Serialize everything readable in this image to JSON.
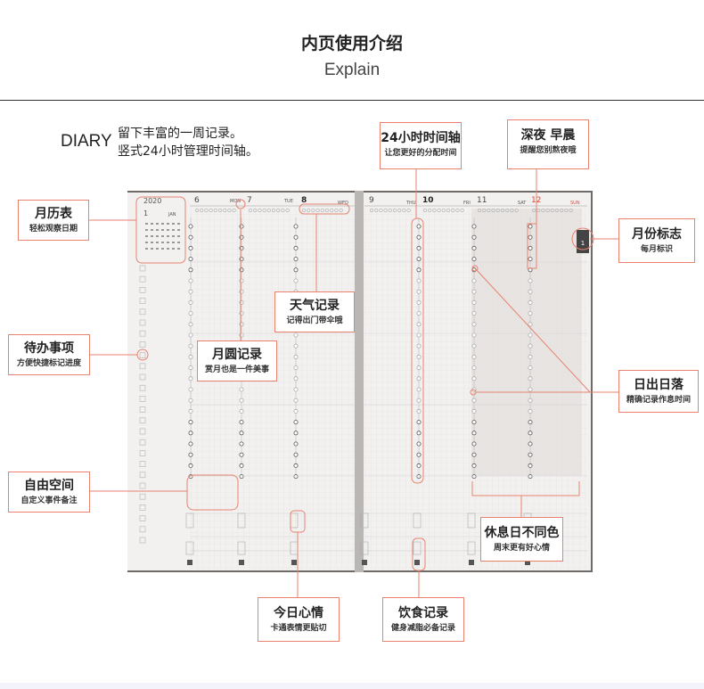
{
  "header": {
    "title": "内页使用介绍",
    "subtitle": "Explain"
  },
  "intro": {
    "brand": "DIARY",
    "line1": "留下丰富的一周记录。",
    "line2": "竖式24小时管理时间轴。"
  },
  "calendar": {
    "year": "2020",
    "month_num": "1",
    "month_name": "JAN"
  },
  "days": [
    {
      "num": "6",
      "name": "MON"
    },
    {
      "num": "7",
      "name": "TUE"
    },
    {
      "num": "8",
      "name": "WED"
    },
    {
      "num": "9",
      "name": "THU"
    },
    {
      "num": "10",
      "name": "FRI"
    },
    {
      "num": "11",
      "name": "SAT"
    },
    {
      "num": "12",
      "name": "SUN"
    }
  ],
  "month_tab": "1",
  "callouts": {
    "calendar": {
      "title": "月历表",
      "sub": "轻松观察日期"
    },
    "todo": {
      "title": "待办事项",
      "sub": "方便快捷标记进度"
    },
    "free": {
      "title": "自由空间",
      "sub": "自定义事件备注"
    },
    "moon": {
      "title": "月圆记录",
      "sub": "赏月也是一件美事"
    },
    "weather": {
      "title": "天气记录",
      "sub": "记得出门带伞哦"
    },
    "timeline": {
      "title": "24小时时间轴",
      "sub": "让您更好的分配时间"
    },
    "night": {
      "title": "深夜 早晨",
      "sub": "提醒您别熬夜哦"
    },
    "month_mark": {
      "title": "月份标志",
      "sub": "每月标识"
    },
    "sunrise": {
      "title": "日出日落",
      "sub": "精确记录作息时间"
    },
    "holiday": {
      "title": "休息日不同色",
      "sub": "周末更有好心情"
    },
    "mood": {
      "title": "今日心情",
      "sub": "卡通表情更贴切"
    },
    "food": {
      "title": "饮食记录",
      "sub": "健身减脂必备记录"
    }
  },
  "colors": {
    "accent": "#e8826f",
    "sunday": "#e0473a",
    "paper": "#f1f0ef",
    "grid": "#dcdcdc"
  }
}
